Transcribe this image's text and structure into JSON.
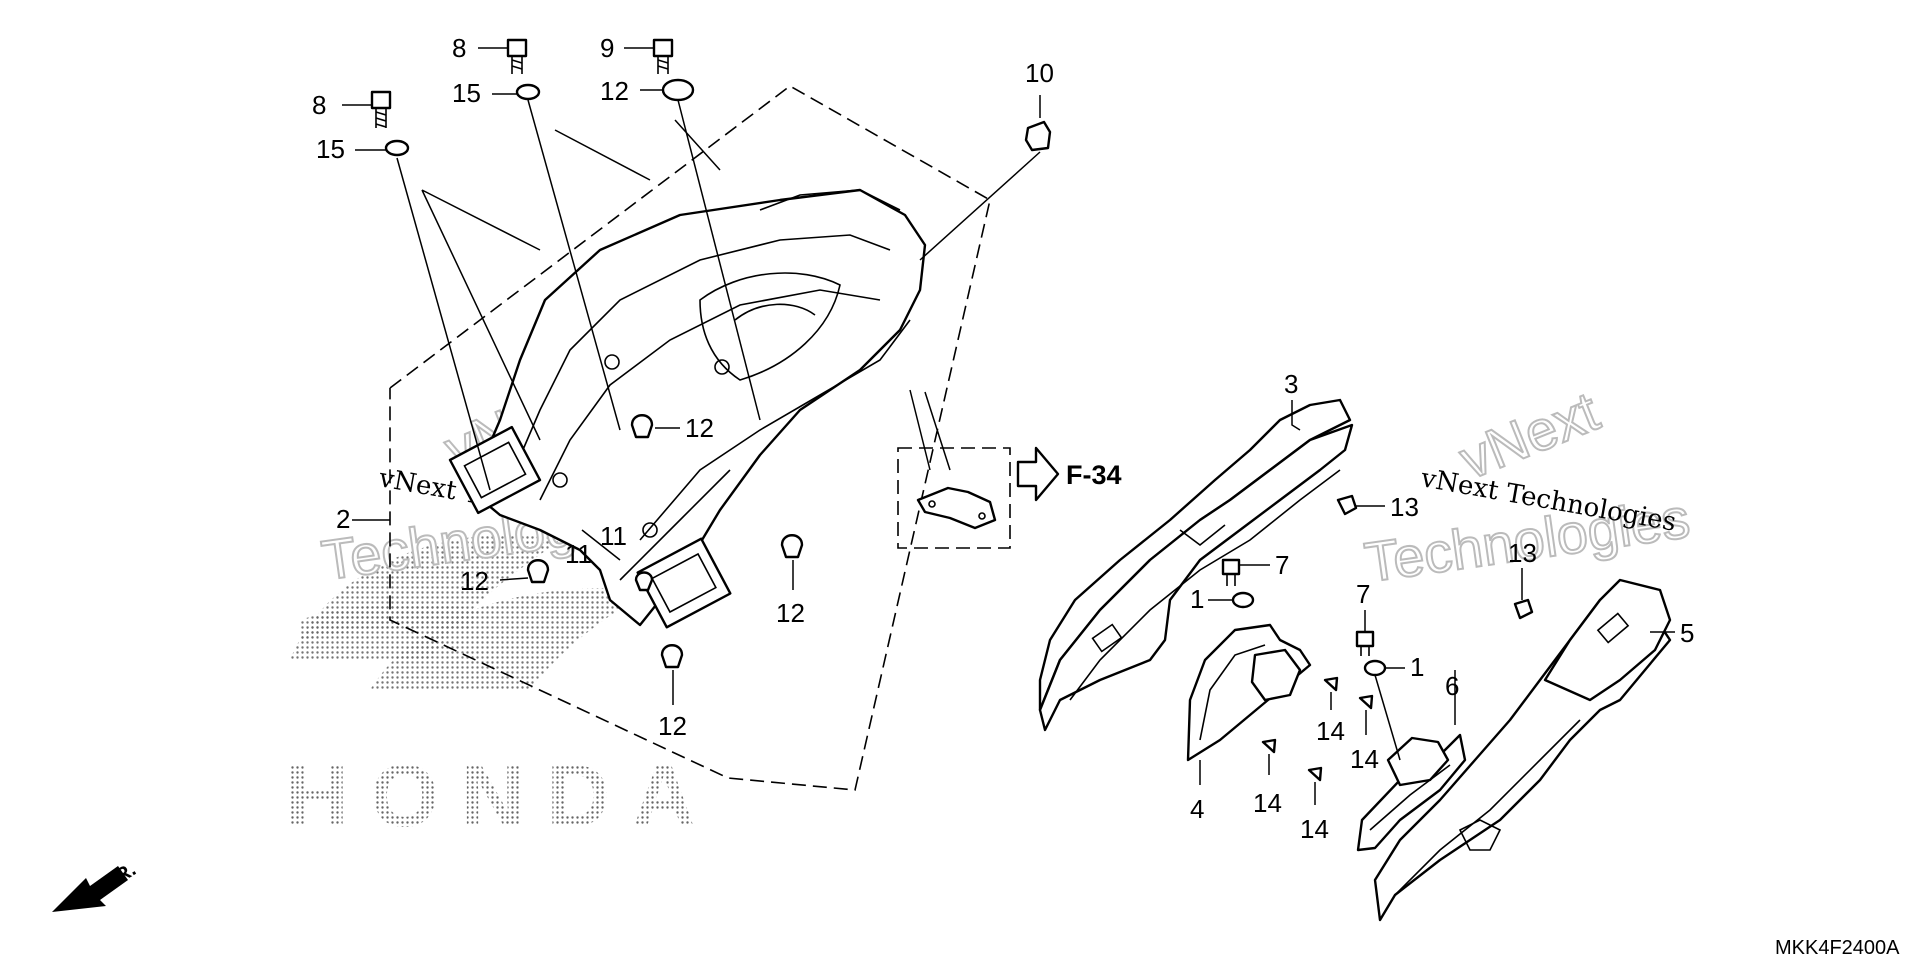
{
  "callouts": {
    "c1": "8",
    "c2": "8",
    "c3": "9",
    "c4": "10",
    "c5": "15",
    "c6": "15",
    "c7": "12",
    "c8": "12",
    "c9": "2",
    "c10": "11",
    "c11": "11",
    "c12": "12",
    "c13": "12",
    "c14": "12",
    "c15": "3",
    "c16": "13",
    "c17": "7",
    "c18": "1",
    "c19": "7",
    "c20": "1",
    "c21": "13",
    "c22": "5",
    "c23": "6",
    "c24": "4",
    "c25": "14",
    "c26": "14",
    "c27": "14",
    "c28": "14"
  },
  "reference_label": "F-34",
  "direction_label": "FR.",
  "diagram_code": "MKK4F2400A",
  "watermarks": {
    "left_line": "vNext Technologies",
    "left_big_1": "vNext",
    "left_big_2": "Technologies",
    "right_line": "vNext Technologies",
    "right_big_1": "vNext",
    "right_big_2": "Technologies",
    "logo_text": "HONDA"
  }
}
